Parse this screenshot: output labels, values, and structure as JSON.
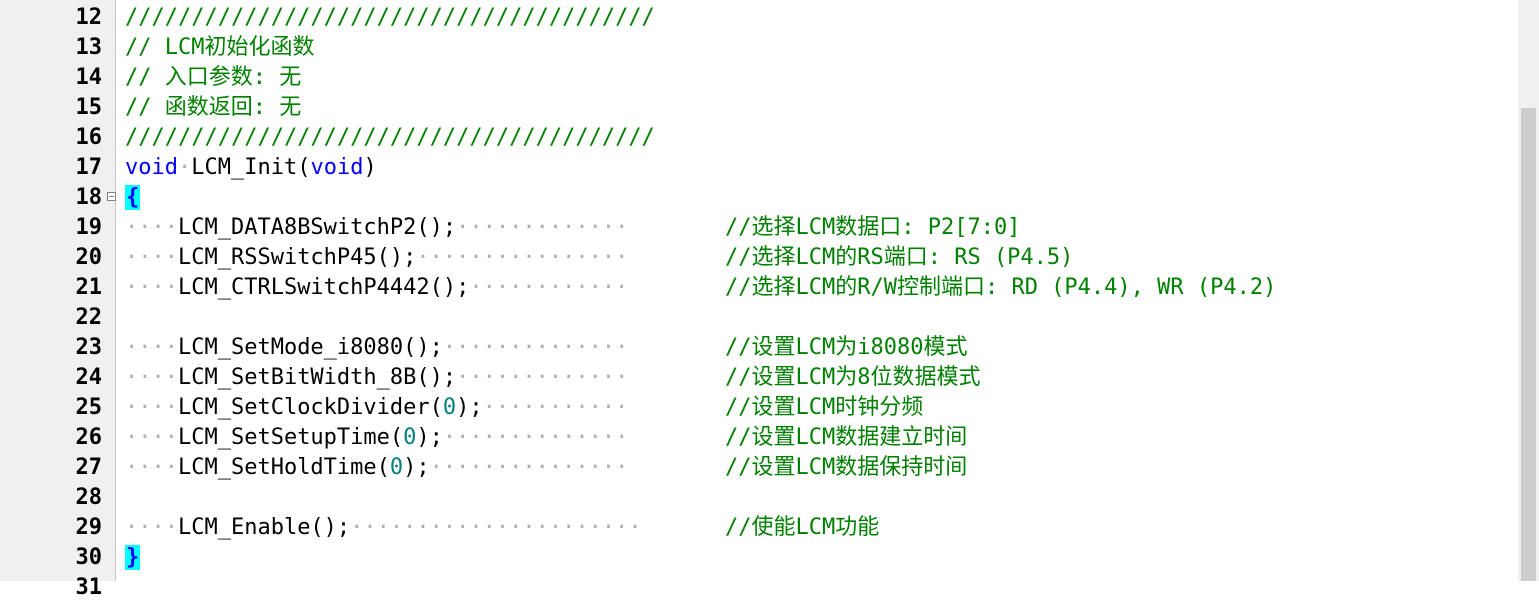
{
  "editor": {
    "lines": {
      "l12": {
        "num": "12",
        "text": "////////////////////////////////////////"
      },
      "l13": {
        "num": "13",
        "text": "// LCM初始化函数"
      },
      "l14": {
        "num": "14",
        "text": "// 入口参数: 无"
      },
      "l15": {
        "num": "15",
        "text": "// 函数返回: 无"
      },
      "l16": {
        "num": "16",
        "text": "////////////////////////////////////////"
      },
      "l17": {
        "num": "17",
        "kw1": "void",
        "fname": "LCM_Init(",
        "kw2": "void",
        "close": ")"
      },
      "l18": {
        "num": "18",
        "brace": "{"
      },
      "l19": {
        "num": "19",
        "call": "LCM_DATA8BSwitchP2();",
        "comment": "//选择LCM数据口: P2[7:0]"
      },
      "l20": {
        "num": "20",
        "call": "LCM_RSSwitchP45();",
        "comment": "//选择LCM的RS端口: RS (P4.5)"
      },
      "l21": {
        "num": "21",
        "call": "LCM_CTRLSwitchP4442();",
        "comment": "//选择LCM的R/W控制端口: RD (P4.4), WR (P4.2)"
      },
      "l22": {
        "num": "22"
      },
      "l23": {
        "num": "23",
        "call": "LCM_SetMode_i8080();",
        "comment": "//设置LCM为i8080模式"
      },
      "l24": {
        "num": "24",
        "call": "LCM_SetBitWidth_8B();",
        "comment": "//设置LCM为8位数据模式"
      },
      "l25": {
        "num": "25",
        "call": "LCM_SetClockDivider(",
        "arg": "0",
        "tail": ");",
        "comment": "//设置LCM时钟分频"
      },
      "l26": {
        "num": "26",
        "call": "LCM_SetSetupTime(",
        "arg": "0",
        "tail": ");",
        "comment": "//设置LCM数据建立时间"
      },
      "l27": {
        "num": "27",
        "call": "LCM_SetHoldTime(",
        "arg": "0",
        "tail": ");",
        "comment": "//设置LCM数据保持时间"
      },
      "l28": {
        "num": "28"
      },
      "l29": {
        "num": "29",
        "call": "LCM_Enable();",
        "comment": "//使能LCM功能"
      },
      "l30": {
        "num": "30",
        "brace": "}"
      },
      "l31": {
        "num": "31"
      }
    },
    "colors": {
      "comment": "#008000",
      "keyword": "#0000ff",
      "number": "#008080",
      "brace_highlight": "#00ffff"
    }
  }
}
